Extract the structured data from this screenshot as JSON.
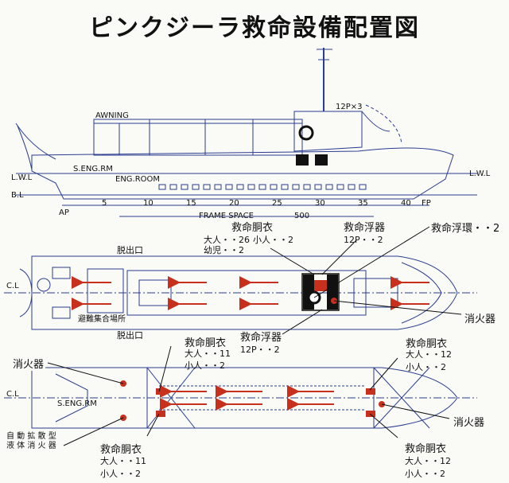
{
  "title": "ピンクジーラ救命設備配置図",
  "colors": {
    "line": "#2a3d8f",
    "equipment": "#c8301e",
    "black": "#111111"
  },
  "side_view": {
    "awning": "AWNING",
    "s_eng_rm": "S.ENG.RM",
    "eng_room": "ENG.ROOM",
    "lwl": "L.W.L",
    "bl": "B.L",
    "ap": "AP",
    "fp": "FP",
    "frame_space": "FRAME   SPACE",
    "frame_space_value": "500",
    "frame_numbers": [
      "5",
      "10",
      "15",
      "20",
      "25",
      "30",
      "35",
      "40"
    ],
    "mast_label": "12P×3"
  },
  "top_deck": {
    "exit_top": "脱出口",
    "exit_bottom": "脱出口",
    "assembly": "避難集合場所",
    "cl": "C.L",
    "life_jacket": {
      "heading": "救命胴衣",
      "adult": "大人・・26",
      "child": "小人・・2",
      "infant": "幼児・・2"
    },
    "life_float_top": {
      "heading": "救命浮器",
      "count": "12P・・2"
    },
    "life_buoy": "救命浮環・・2",
    "life_float_bottom": {
      "heading": "救命浮器",
      "count": "12P・・2"
    },
    "fire_extinguisher": "消火器"
  },
  "lower_deck": {
    "fire_extinguisher_left": "消火器",
    "auto_extinguisher": [
      "自 動 拡 散 型",
      "液 体 消 火 器"
    ],
    "fire_extinguisher_right": "消火器",
    "cl": "C.L",
    "s_eng_rm": "S.ENG.RM",
    "life_jacket_center_top": {
      "heading": "救命胴衣",
      "adult": "大人・・11",
      "child": "小人・・2"
    },
    "life_jacket_right_top": {
      "heading": "救命胴衣",
      "adult": "大人・・12",
      "child": "小人・・2"
    },
    "life_jacket_left_bottom": {
      "heading": "救命胴衣",
      "adult": "大人・・11",
      "child": "小人・・2"
    },
    "life_jacket_right_bottom": {
      "heading": "救命胴衣",
      "adult": "大人・・12",
      "child": "小人・・2"
    }
  }
}
